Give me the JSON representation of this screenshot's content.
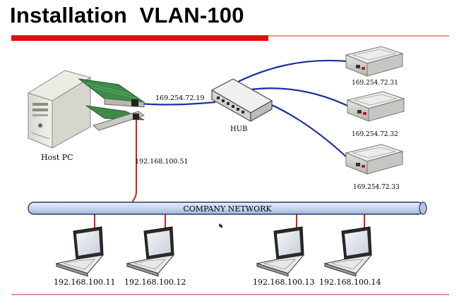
{
  "header": {
    "title": "Installation  VLAN-100",
    "accent_color": "#e01010",
    "rule_color": "#c82828"
  },
  "diagram": {
    "host": {
      "label": "Host PC"
    },
    "hub": {
      "label": "HUB"
    },
    "network": {
      "label": "COMPANY NETWORK"
    },
    "links": {
      "host_to_hub": "169.254.72.19",
      "host_to_network": "192.168.100.51"
    },
    "devices": [
      {
        "label": "169.254.72.31"
      },
      {
        "label": "169.254.72.32"
      },
      {
        "label": "169.254.72.33"
      }
    ],
    "laptops": [
      {
        "label": "192.168.100.11"
      },
      {
        "label": "192.168.100.12"
      },
      {
        "label": "192.168.100.13"
      },
      {
        "label": "192.168.100.14"
      }
    ],
    "colors": {
      "blue_cable": "#1c2fa0",
      "red_cable": "#d42020",
      "bus_fill": "#c8dcf0",
      "bus_stroke": "#2a3a6a",
      "nic_green": "#3d8a4a"
    }
  }
}
